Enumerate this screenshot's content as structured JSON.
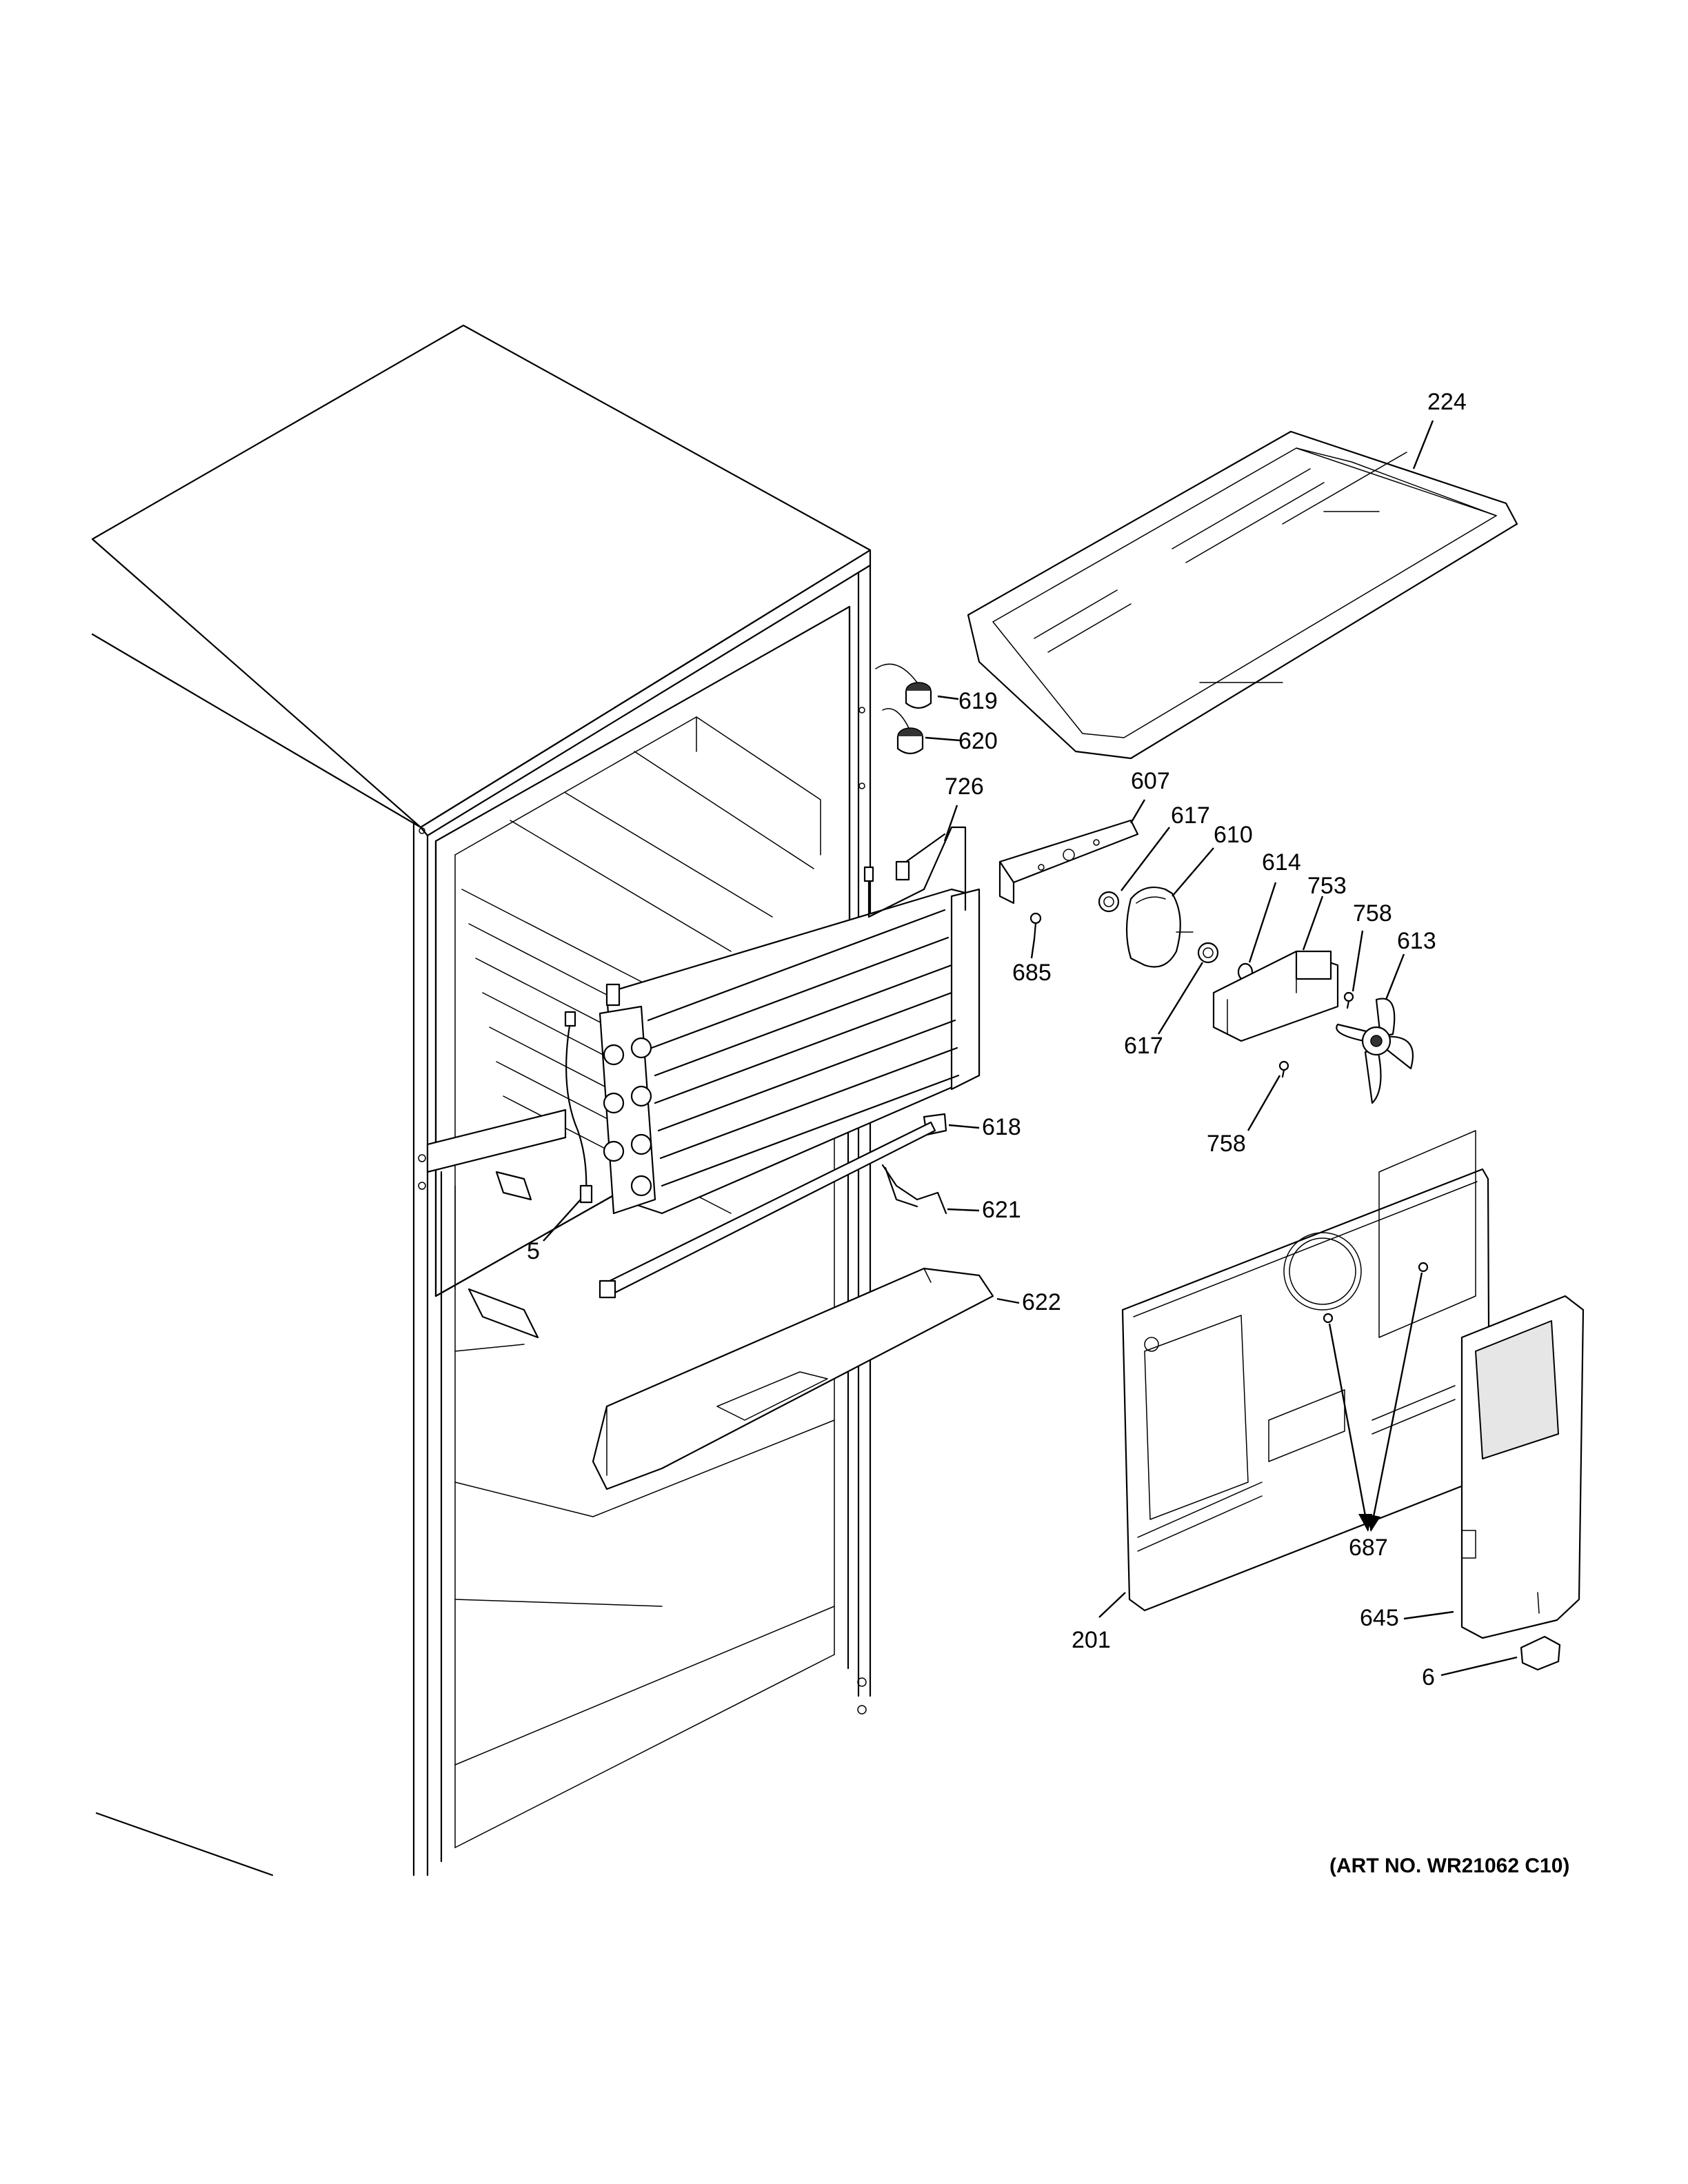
{
  "labels": {
    "p224": "224",
    "p619": "619",
    "p620": "620",
    "p726": "726",
    "p607": "607",
    "p617a": "617",
    "p610": "610",
    "p614": "614",
    "p753": "753",
    "p758a": "758",
    "p613": "613",
    "p685": "685",
    "p617b": "617",
    "p758b": "758",
    "p618": "618",
    "p621": "621",
    "p5": "5",
    "p622": "622",
    "p687": "687",
    "p201": "201",
    "p645": "645",
    "p6": "6"
  },
  "art_number": "(ART NO. WR21062 C10)"
}
